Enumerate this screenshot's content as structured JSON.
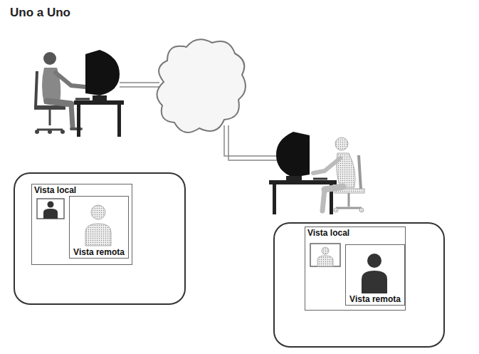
{
  "diagram": {
    "title": "Uno a Uno",
    "nodes": [
      {
        "text": [
          "Vista local"
        ]
      },
      {
        "text": [
          "Vista remota"
        ],
        "in": 0
      },
      {
        "text": [
          "Vista local"
        ]
      },
      {
        "text": [
          "Vista remota"
        ],
        "in": 2
      }
    ]
  }
}
